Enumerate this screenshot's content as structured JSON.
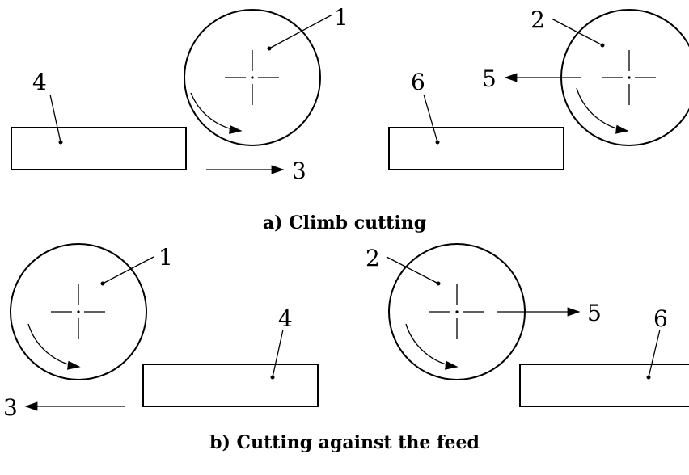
{
  "captions": {
    "a": "a) Climb cutting",
    "b": "b) Cutting against the feed"
  },
  "labels": {
    "l1": "1",
    "l2": "2",
    "l3": "3",
    "l4": "4",
    "l5": "5",
    "l6": "6"
  }
}
